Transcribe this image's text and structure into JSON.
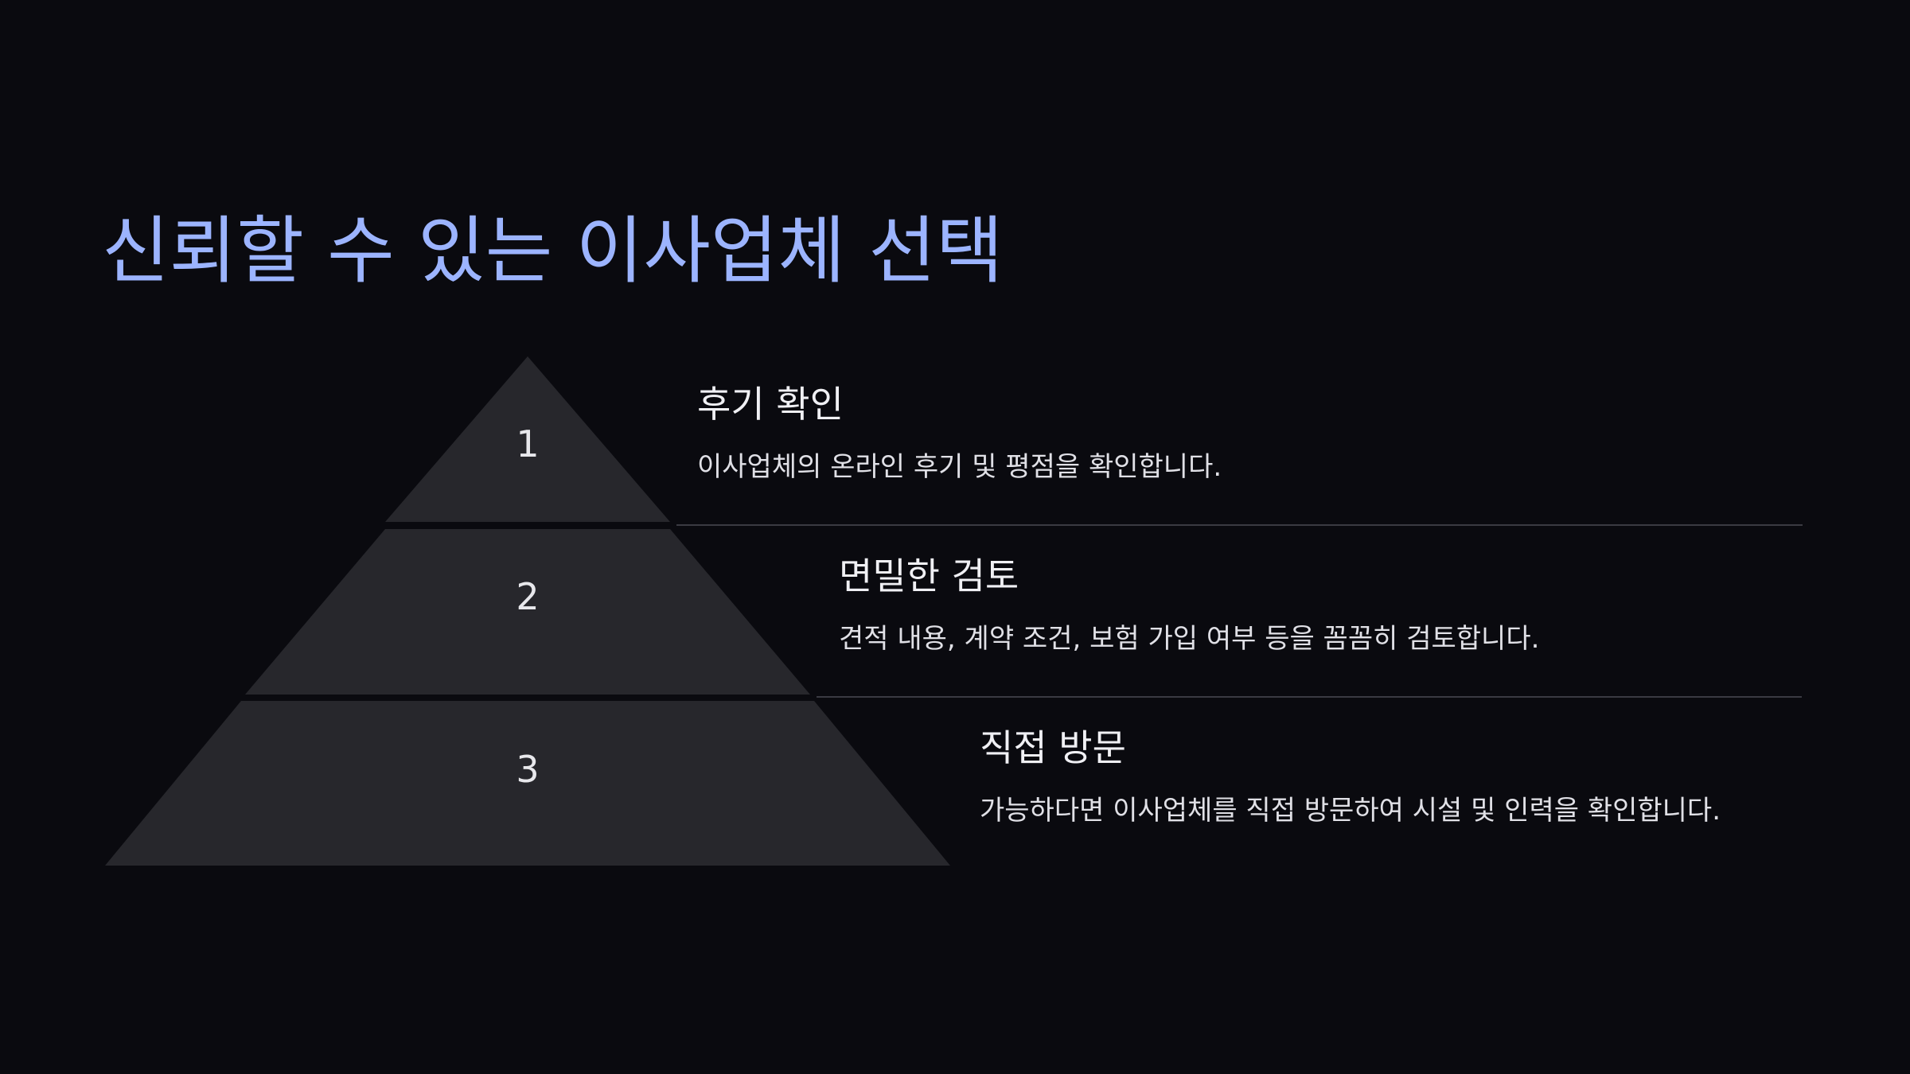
{
  "slide": {
    "title": "신뢰할 수 있는 이사업체 선택",
    "background_color": "#0a0a0f",
    "title_color": "#9cb4ff",
    "level_fill_color": "#27272c"
  },
  "levels": [
    {
      "number": "1",
      "heading": "후기 확인",
      "description": "이사업체의 온라인 후기 및 평점을 확인합니다."
    },
    {
      "number": "2",
      "heading": "면밀한 검토",
      "description": "견적 내용, 계약 조건, 보험 가입 여부 등을 꼼꼼히 검토합니다."
    },
    {
      "number": "3",
      "heading": "직접 방문",
      "description": "가능하다면 이사업체를 직접 방문하여 시설 및 인력을 확인합니다."
    }
  ]
}
